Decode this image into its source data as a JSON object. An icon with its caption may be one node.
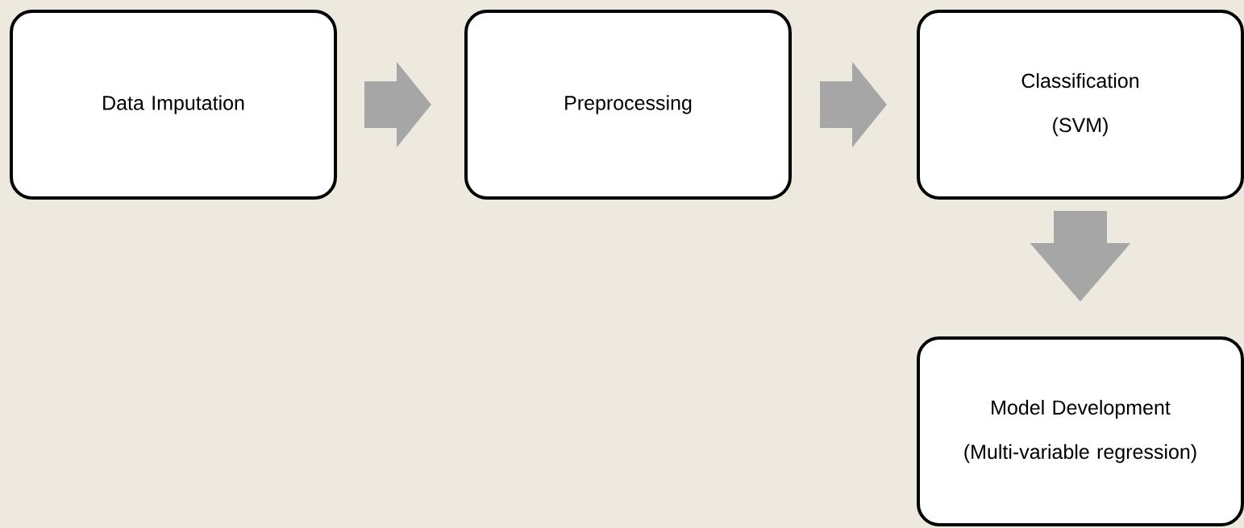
{
  "diagram": {
    "nodes": [
      {
        "text": [
          "Data Imputation"
        ]
      },
      {
        "text": [
          "Preprocessing"
        ]
      },
      {
        "text": [
          "Classification",
          "(SVM)"
        ]
      },
      {
        "text": [
          "Model Development",
          "(Multi-variable regression)"
        ]
      }
    ],
    "edges": [
      {
        "from": 0,
        "to": 1,
        "arrow": "to"
      },
      {
        "from": 1,
        "to": 2,
        "arrow": "to"
      },
      {
        "from": 2,
        "to": 3,
        "arrow": "to"
      }
    ]
  }
}
